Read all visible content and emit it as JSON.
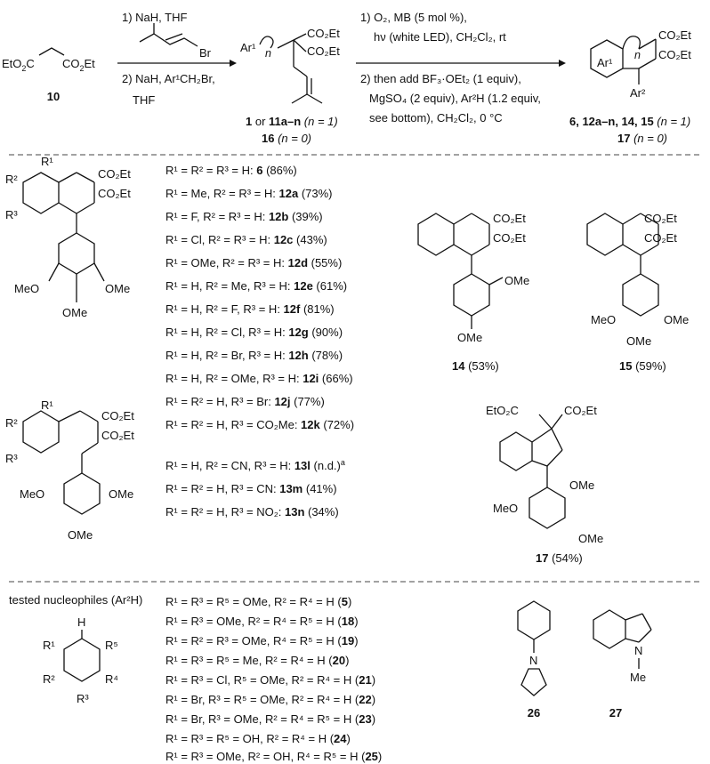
{
  "reaction": {
    "sm_label": "10",
    "sm_formula": [
      "EtO",
      "2",
      "C",
      "CO",
      "2",
      "Et"
    ],
    "step1_a": "1) NaH, THF",
    "step1_br": "Br",
    "step1_b": "2) NaH, Ar¹CH₂Br,",
    "step1_c": "THF",
    "int_ar1": "Ar¹",
    "int_n": "n",
    "int_label_a": "1",
    "int_label_a2": " or ",
    "int_label_a3": "11a–n",
    "int_label_a4": " (n = 1)",
    "int_label_b": "16",
    "int_label_b2": " (n = 0)",
    "cond1": "1) O₂, MB (5 mol %),",
    "cond2": "hν (white LED), CH₂Cl₂, rt",
    "cond3": "2) then add BF₃·OEt₂ (1 equiv),",
    "cond4": "MgSO₄ (2 equiv), Ar²H (1.2 equiv,",
    "cond5": "see bottom), CH₂Cl₂, 0 °C",
    "prod_ar1": "Ar¹",
    "prod_ar2": "Ar²",
    "prod_n": "n",
    "prod_label_a": "6, 12a–n, 14, 15",
    "prod_label_a2": " (n = 1)",
    "prod_label_b": "17",
    "prod_label_b2": " (n = 0)",
    "co2et": "CO₂Et"
  },
  "series12": [
    {
      "text": "R¹ = R² = R³ = H: ",
      "id": "6",
      "yield": " (86%)"
    },
    {
      "text": "R¹ = Me, R² = R³ = H: ",
      "id": "12a",
      "yield": " (73%)"
    },
    {
      "text": "R¹ = F, R² = R³ = H: ",
      "id": "12b",
      "yield": " (39%)"
    },
    {
      "text": "R¹ = Cl, R² = R³ = H: ",
      "id": "12c",
      "yield": " (43%)"
    },
    {
      "text": "R¹ = OMe, R² = R³ = H: ",
      "id": "12d",
      "yield": " (55%)"
    },
    {
      "text": "R¹ = H, R² = Me, R³ = H: ",
      "id": "12e",
      "yield": " (61%)"
    },
    {
      "text": "R¹ = H, R² = F, R³ = H: ",
      "id": "12f",
      "yield": " (81%)"
    },
    {
      "text": "R¹ = H, R² = Cl, R³ = H: ",
      "id": "12g",
      "yield": " (90%)"
    },
    {
      "text": "R¹ = H, R² = Br, R³ = H: ",
      "id": "12h",
      "yield": " (78%)"
    },
    {
      "text": "R¹ = H, R² = OMe, R³ = H: ",
      "id": "12i",
      "yield": " (66%)"
    },
    {
      "text": "R¹ = R² = H, R³ = Br: ",
      "id": "12j",
      "yield": " (77%)"
    },
    {
      "text": "R¹ = R² = H, R³ = CO₂Me: ",
      "id": "12k",
      "yield": " (72%)"
    }
  ],
  "series13": [
    {
      "text": "R¹ = H, R² = CN, R³ = H: ",
      "id": "13l",
      "yield": " (n.d.)",
      "sup": "a"
    },
    {
      "text": "R¹ = R² = H, R³ = CN: ",
      "id": "13m",
      "yield": " (41%)"
    },
    {
      "text": "R¹ = R² = H, R³ = NO₂: ",
      "id": "13n",
      "yield": " (34%)"
    }
  ],
  "compounds": {
    "c14": {
      "id": "14",
      "yield": " (53%)"
    },
    "c15": {
      "id": "15",
      "yield": " (59%)"
    },
    "c17": {
      "id": "17",
      "yield": " (54%)"
    },
    "c26": {
      "id": "26"
    },
    "c27": {
      "id": "27"
    }
  },
  "atoms": {
    "ome": "OMe",
    "meo": "MeO",
    "me": "Me",
    "h": "H",
    "r1": "R¹",
    "r2": "R²",
    "r3": "R³",
    "r4": "R⁴",
    "r5": "R⁵",
    "eto2c": "EtO₂C",
    "n_atom": "N",
    "n_ring": "n"
  },
  "nucleophiles": {
    "header": "tested nucleophiles (Ar²H)",
    "items": [
      {
        "text": "R¹ = R³ = R⁵ = OMe, R² = R⁴ = H (",
        "id": "5"
      },
      {
        "text": "R¹ = R³ = OMe, R² = R⁴ = R⁵ = H (",
        "id": "18"
      },
      {
        "text": "R¹ = R² = R³ = OMe, R⁴ = R⁵ = H (",
        "id": "19"
      },
      {
        "text": "R¹ = R³ = R⁵ = Me, R² = R⁴ = H (",
        "id": "20"
      },
      {
        "text": "R¹ = R³ = Cl, R⁵ = OMe, R² = R⁴ = H (",
        "id": "21"
      },
      {
        "text": "R¹ = Br, R³ = R⁵ = OMe, R² = R⁴ = H (",
        "id": "22"
      },
      {
        "text": "R¹ = Br, R³ = OMe, R² = R⁴ = R⁵ = H (",
        "id": "23"
      },
      {
        "text": "R¹ = R³ = R⁵ = OH, R² = R⁴ = H (",
        "id": "24"
      },
      {
        "text": "R¹ = R³ = OMe, R² = OH, R⁴ = R⁵ = H (",
        "id": "25"
      }
    ],
    "close": ")"
  }
}
